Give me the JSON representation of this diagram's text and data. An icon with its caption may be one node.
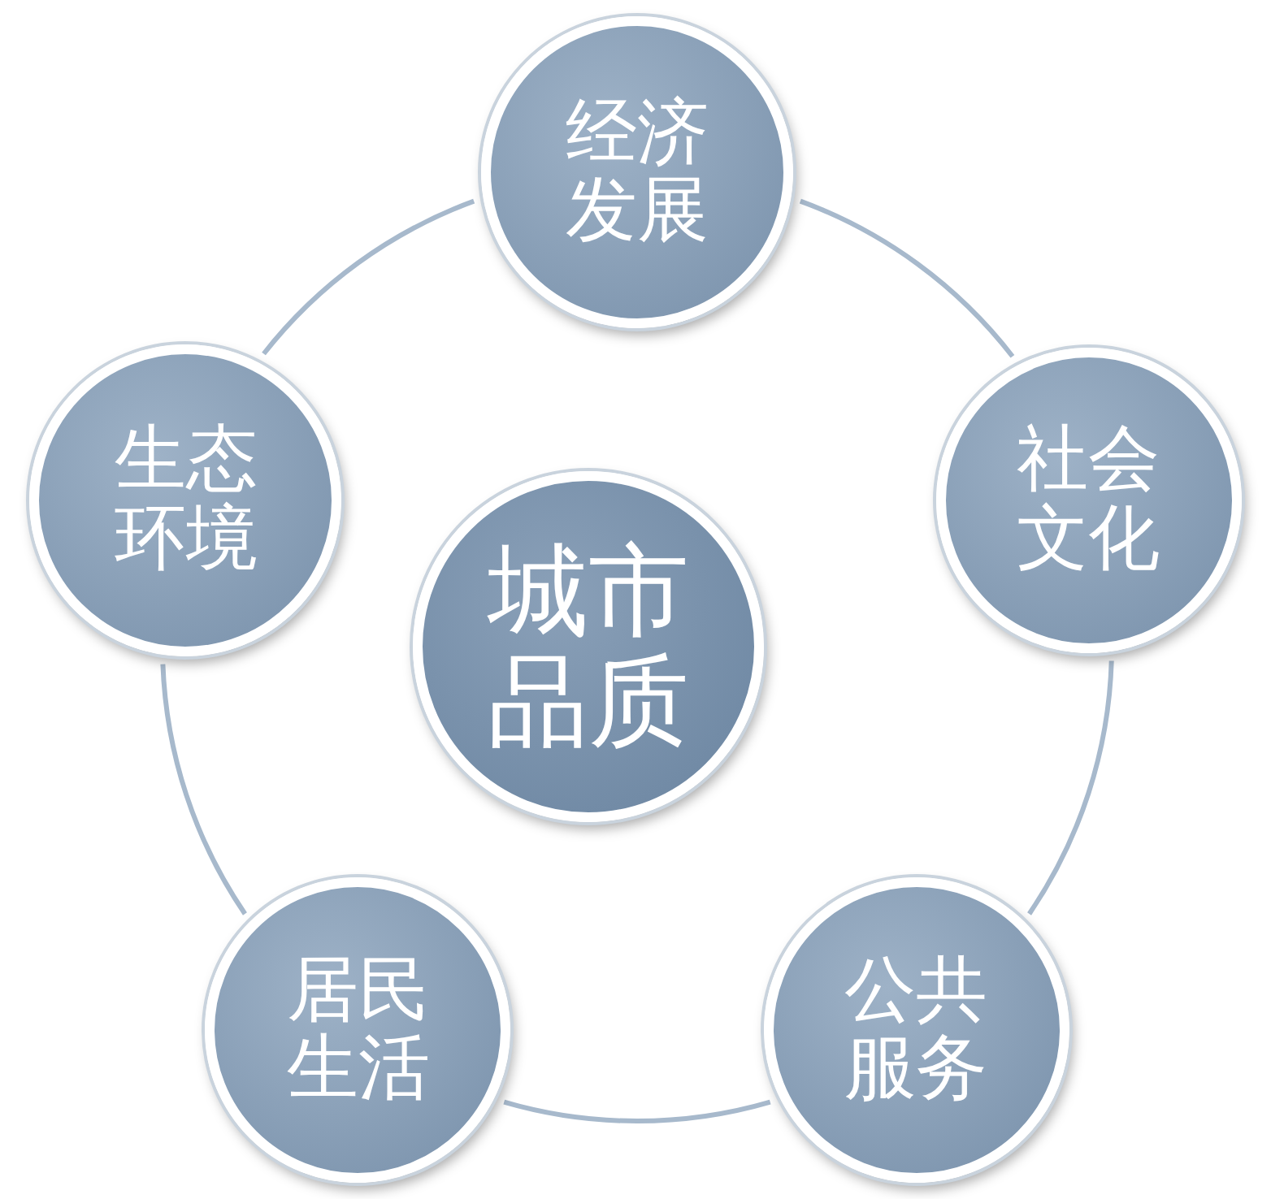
{
  "diagram": {
    "nodes": [
      {
        "text": [
          "经济发展"
        ]
      },
      {
        "text": [
          "生态环境"
        ]
      },
      {
        "text": [
          "社会文化"
        ]
      },
      {
        "text": [
          "城市品质"
        ]
      },
      {
        "text": [
          "居民生活"
        ]
      },
      {
        "text": [
          "公共服务"
        ]
      }
    ],
    "edges": [
      {
        "from": 0,
        "to": 2,
        "arrow": "none"
      },
      {
        "from": 2,
        "to": 5,
        "arrow": "none"
      },
      {
        "from": 5,
        "to": 4,
        "arrow": "none"
      },
      {
        "from": 4,
        "to": 1,
        "arrow": "none"
      },
      {
        "from": 1,
        "to": 0,
        "arrow": "none"
      }
    ]
  }
}
